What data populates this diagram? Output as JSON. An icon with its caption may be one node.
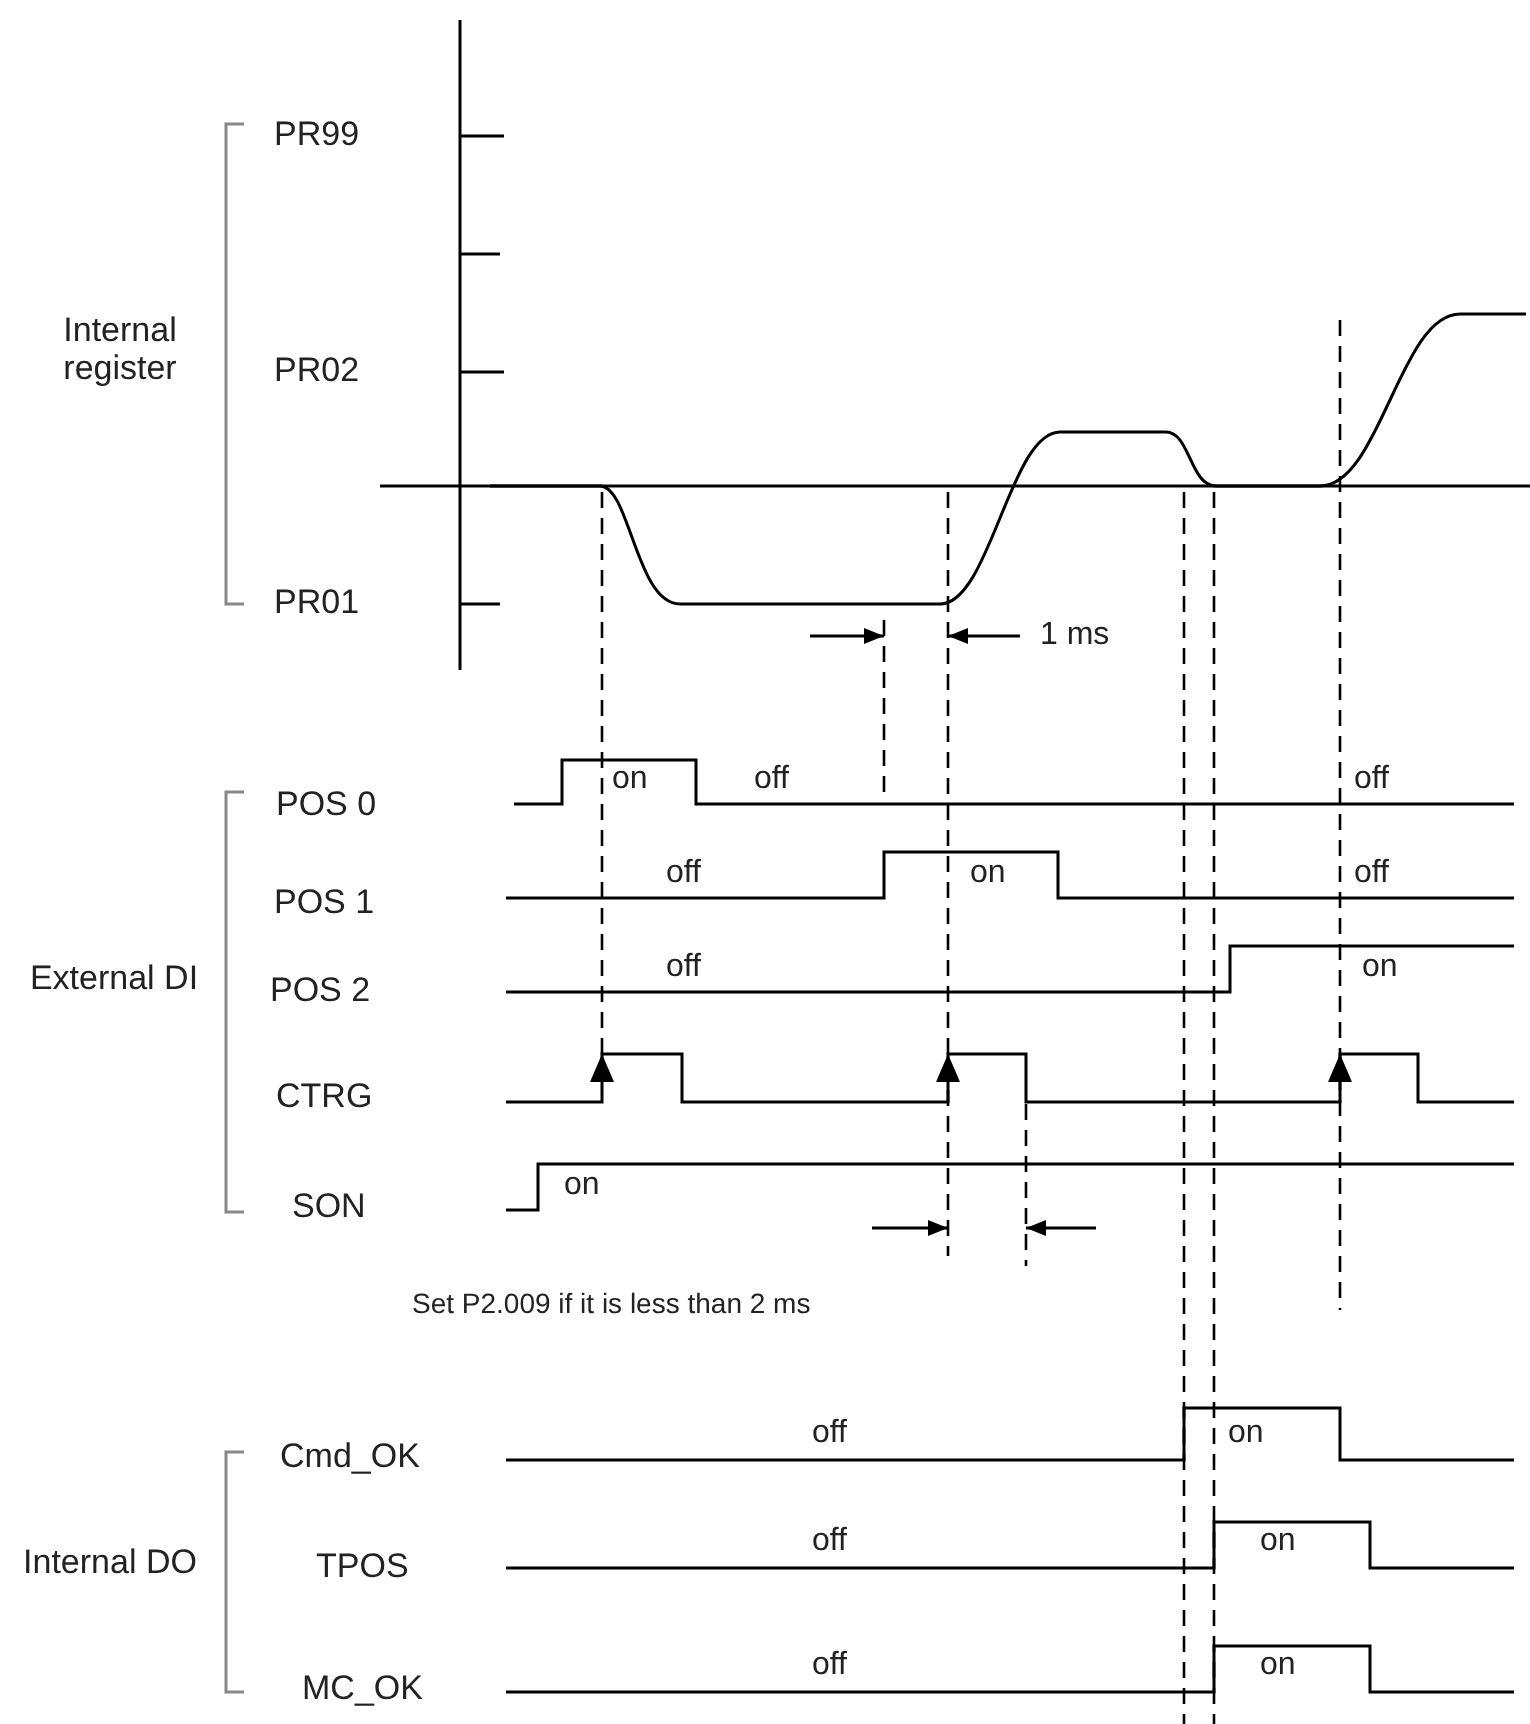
{
  "diagram": {
    "labels": [
      "PR99",
      "Internal register",
      "PR02",
      "PR01",
      "1 ms",
      "on",
      "off",
      "off",
      "POS 0",
      "off",
      "on",
      "off",
      "POS 1",
      "External DI",
      "off",
      "on",
      "POS 2",
      "CTRG",
      "on",
      "SON",
      "Set P2.009 if it is less than 2 ms",
      "off",
      "on",
      "Cmd_OK",
      "Internal DO",
      "off",
      "on",
      "TPOS",
      "off",
      "on",
      "MC_OK"
    ]
  }
}
